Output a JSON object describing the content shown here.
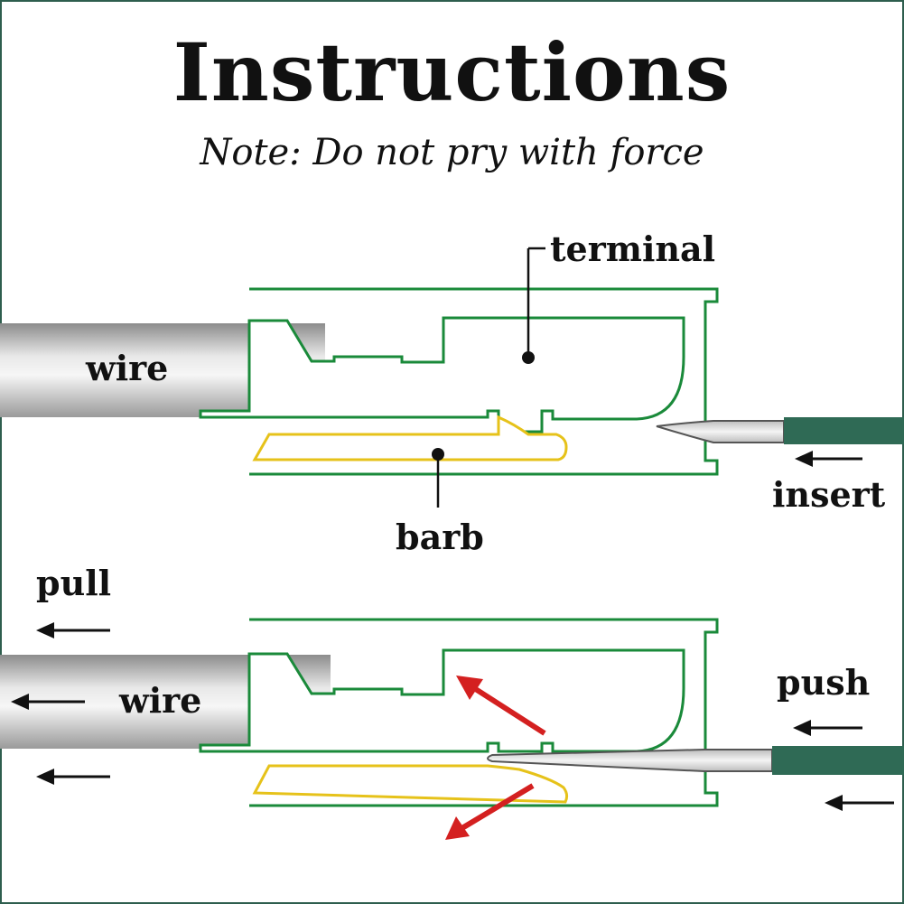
{
  "header": {
    "title": "Instructions",
    "note": "Note: Do not pry with force"
  },
  "diagram_top": {
    "terminal_label": "terminal",
    "wire_label": "wire",
    "barb_label": "barb",
    "insert_label": "insert"
  },
  "diagram_bottom": {
    "pull_label": "pull",
    "wire_label": "wire",
    "push_label": "push"
  },
  "colors": {
    "frame": "#2e5e4e",
    "housing": "#1a8a3a",
    "barb": "#e6c21a",
    "tool_handle": "#2f6a55",
    "motion_arrow": "#d42020"
  },
  "icons": [
    "arrow-left-icon",
    "red-arrow-icon"
  ]
}
